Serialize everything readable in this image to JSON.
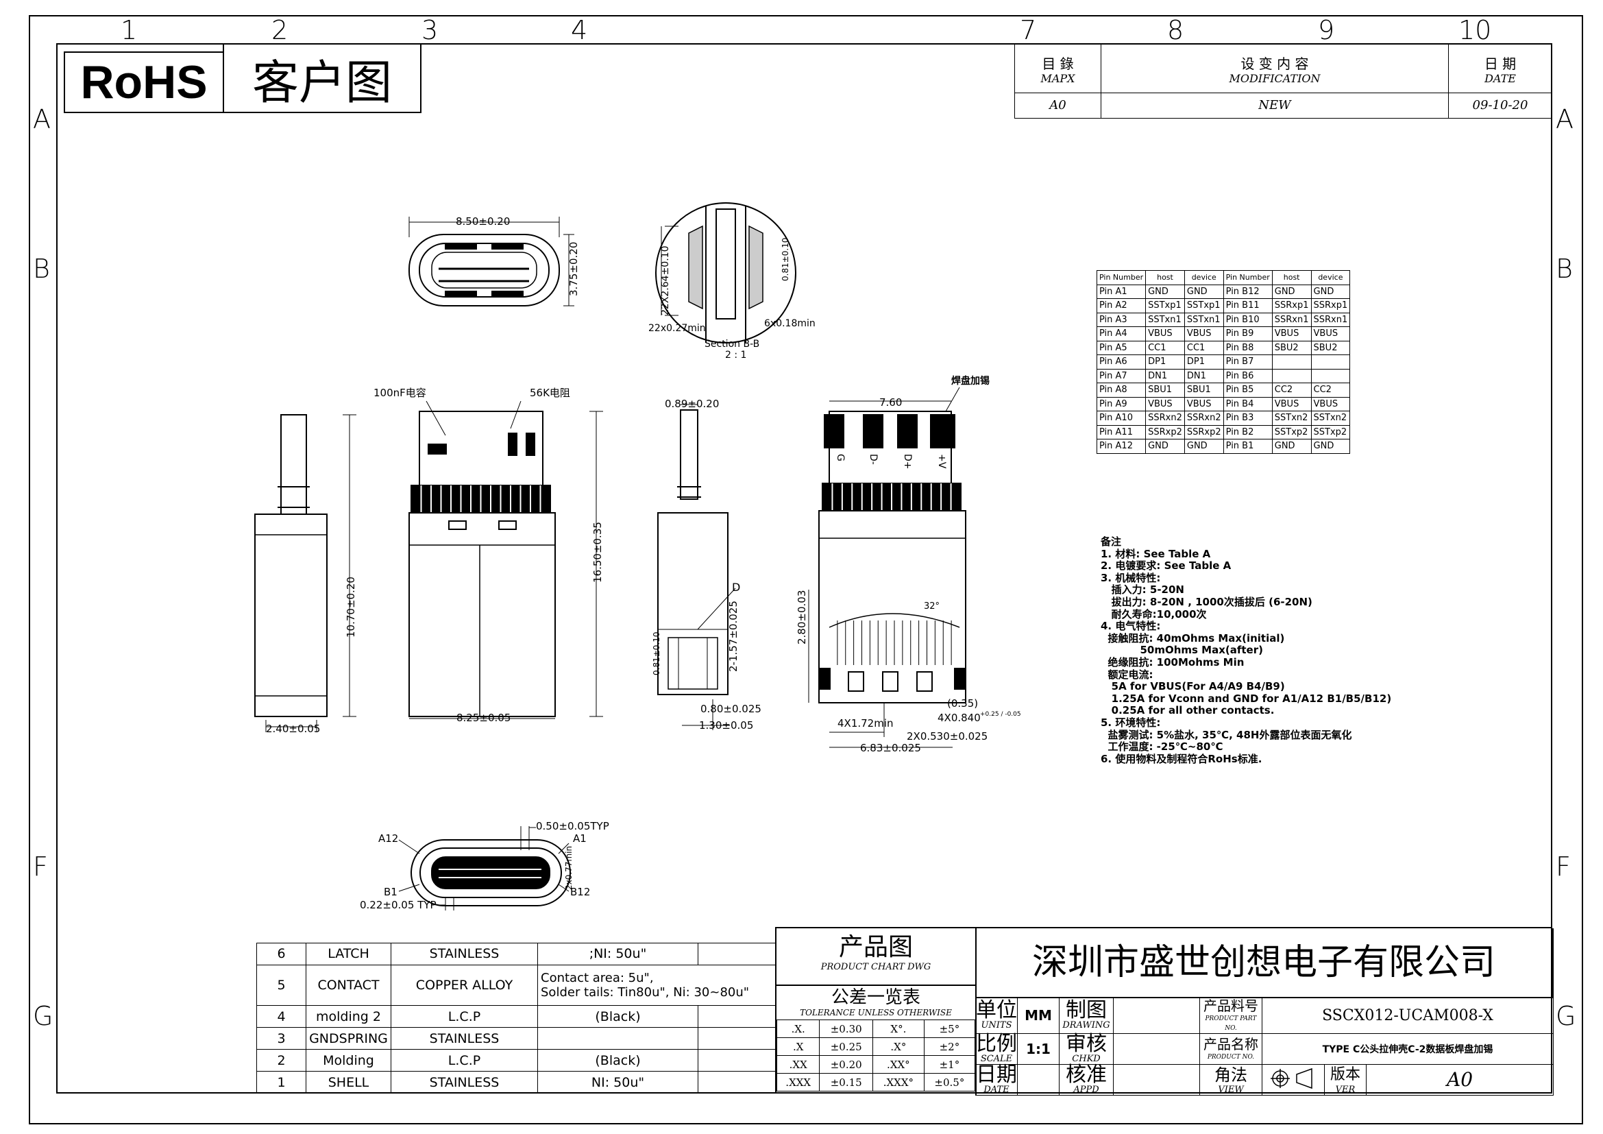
{
  "frame": {
    "columns": [
      "1",
      "2",
      "3",
      "4",
      "7",
      "8",
      "9",
      "10"
    ],
    "rows": [
      "A",
      "B",
      "F",
      "G"
    ]
  },
  "header": {
    "rohs": "RoHS",
    "title": "客户图"
  },
  "revision": {
    "col1_cn": "目 錄",
    "col1_en": "MAPX",
    "col2_cn": "设 变 内 容",
    "col2_en": "MODIFICATION",
    "col3_cn": "日 期",
    "col3_en": "DATE",
    "rows": [
      {
        "ver": "A0",
        "mod": "NEW",
        "date": "09-10-20"
      }
    ]
  },
  "pin_table": {
    "headers": [
      "Pin Number",
      "host",
      "device",
      "Pin Number",
      "host",
      "device"
    ],
    "rows": [
      [
        "Pin A1",
        "GND",
        "GND",
        "Pin B12",
        "GND",
        "GND"
      ],
      [
        "Pin A2",
        "SSTxp1",
        "SSTxp1",
        "Pin B11",
        "SSRxp1",
        "SSRxp1"
      ],
      [
        "Pin A3",
        "SSTxn1",
        "SSTxn1",
        "Pin B10",
        "SSRxn1",
        "SSRxn1"
      ],
      [
        "Pin A4",
        "VBUS",
        "VBUS",
        "Pin B9",
        "VBUS",
        "VBUS"
      ],
      [
        "Pin A5",
        "CC1",
        "CC1",
        "Pin B8",
        "SBU2",
        "SBU2"
      ],
      [
        "Pin A6",
        "DP1",
        "DP1",
        "Pin B7",
        "",
        ""
      ],
      [
        "Pin A7",
        "DN1",
        "DN1",
        "Pin B6",
        "",
        ""
      ],
      [
        "Pin A8",
        "SBU1",
        "SBU1",
        "Pin B5",
        "CC2",
        "CC2"
      ],
      [
        "Pin A9",
        "VBUS",
        "VBUS",
        "Pin B4",
        "VBUS",
        "VBUS"
      ],
      [
        "Pin A10",
        "SSRxn2",
        "SSRxn2",
        "Pin B3",
        "SSTxn2",
        "SSTxn2"
      ],
      [
        "Pin A11",
        "SSRxp2",
        "SSRxp2",
        "Pin B2",
        "SSTxp2",
        "SSTxp2"
      ],
      [
        "Pin A12",
        "GND",
        "GND",
        "Pin B1",
        "GND",
        "GND"
      ]
    ]
  },
  "notes": [
    "备注",
    "1. 材料: See Table A",
    "2. 电镀要求: See Table A",
    "3. 机械特性:",
    "   插入力: 5-20N",
    "   拔出力: 8-20N , 1000次插拔后 (6-20N)",
    "   耐久寿命:10,000次",
    "4. 电气特性:",
    "  接触阻抗: 40mOhms Max(initial)",
    "           50mOhms Max(after)",
    "  绝缘阻抗: 100Mohms Min",
    "  额定电流:",
    "   5A for VBUS(For A4/A9 B4/B9)",
    "   1.25A for Vconn and GND for A1/A12 B1/B5/B12)",
    "   0.25A for all other contacts.",
    "5. 环境特性:",
    "  盐雾测试: 5%盐水, 35℃, 48H外露部位表面无氧化",
    "  工作温度: -25℃~80℃",
    "6. 使用物料及制程符合RoHs标准."
  ],
  "drawing_labels": {
    "front_width": "8.50±0.20",
    "front_height": "3.75±0.20",
    "section_pitch": "22X2.64±0.10",
    "section_thk": "0.81±0.10",
    "section_min1": "22x0.27min",
    "section_min2": "6x0.18min",
    "section_title": "Section B-B",
    "section_scale": "2 : 1",
    "side_height": "10.70±0.20",
    "side_width": "2.40±0.05",
    "cap_label": "100nF电容",
    "res_label": "56K电阻",
    "top_length": "16.50±0.35",
    "top_width": "8.25±0.05",
    "side2_thk": "0.89±0.20",
    "side2_pitch": "2-1.57±0.025",
    "side2_detail": "D",
    "side2_t2": "0.81±0.10",
    "side2_w1": "0.80±0.025",
    "side2_w2": "1.30±0.05",
    "pad_width": "7.60",
    "solder_note": "焊盘加锡",
    "pads": [
      "G",
      "D-",
      "D+",
      "+V"
    ],
    "bot_height": "2.80±0.03",
    "bot_angle": "32°",
    "bot_ref": "(0.35)",
    "bot_w1": "4X0.840",
    "bot_tol": "+0.25 / -0.05",
    "bot_min": "4X1.72min",
    "bot_w2": "2X0.530±0.025",
    "bot_w3": "6.83±0.025",
    "face_typ": "0.50±0.05TYP",
    "face_a12": "A12",
    "face_a1": "A1",
    "face_min": "2x0.77min",
    "face_b1": "B1",
    "face_b12": "B12",
    "face_typ2": "0.22±0.05  TYP"
  },
  "bom": [
    {
      "no": "6",
      "part": "LATCH",
      "material": "STAINLESS",
      "finish": ";NI: 50u\""
    },
    {
      "no": "5",
      "part": "CONTACT",
      "material": "COPPER ALLOY",
      "finish": "Contact area: 5u\",",
      "finish2": "Solder tails: Tin80u\", Ni: 30~80u\""
    },
    {
      "no": "4",
      "part": "molding 2",
      "material": "L.C.P",
      "finish": "(Black)"
    },
    {
      "no": "3",
      "part": "GNDSPRING",
      "material": "STAINLESS",
      "finish": ""
    },
    {
      "no": "2",
      "part": "Molding",
      "material": "L.C.P",
      "finish": "(Black)"
    },
    {
      "no": "1",
      "part": "SHELL",
      "material": "STAINLESS",
      "finish": "NI: 50u\""
    }
  ],
  "title_block": {
    "chart_cn": "产品图",
    "chart_en": "PRODUCT CHART DWG",
    "tol_cn": "公差一览表",
    "tol_en": "TOLERANCE UNLESS OTHERWISE",
    "tolerances": [
      [
        ".X.",
        "±0.30",
        "X°.",
        "±5°"
      ],
      [
        ".X",
        "±0.25",
        ".X°",
        "±2°"
      ],
      [
        ".XX",
        "±0.20",
        ".XX°",
        "±1°"
      ],
      [
        ".XXX",
        "±0.15",
        ".XXX°",
        "±0.5°"
      ]
    ],
    "company": "深圳市盛世创想电子有限公司",
    "units_cn": "单位",
    "units_en": "UNITS",
    "units_val": "MM",
    "scale_cn": "比例",
    "scale_en": "SCALE",
    "scale_val": "1:1",
    "date_cn": "日期",
    "date_en": "DATE",
    "drawing_cn": "制图",
    "drawing_en": "DRAWING",
    "chkd_cn": "审核",
    "chkd_en": "CHKD",
    "appd_cn": "核准",
    "appd_en": "APPD",
    "part_cn": "产品料号",
    "part_en": "PRODUCT PART NO.",
    "part_val": "SSCX012-UCAM008-X",
    "name_cn": "产品名称",
    "name_en": "PRODUCT  NO.",
    "name_val": "TYPE C公头拉伸壳C-2数据板焊盘加锡",
    "view_cn": "角法",
    "view_en": "VIEW",
    "ver_cn": "版本",
    "ver_en": "VER",
    "ver_val": "A0"
  }
}
